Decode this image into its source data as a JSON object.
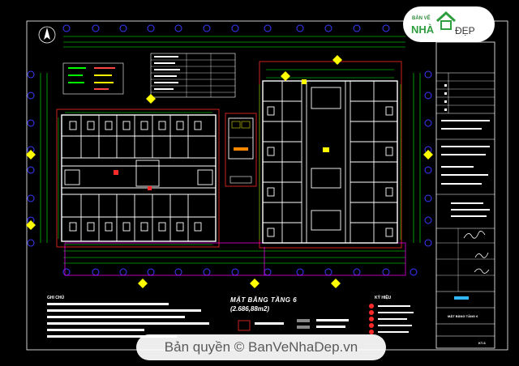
{
  "drawing": {
    "title": "MẶT BẰNG TẦNG 6",
    "area": "(2.686,88m2)",
    "notes_heading": "GHI CHÚ",
    "legend_heading": "KÝ HIỆU"
  },
  "title_block": {
    "sheet_name": "MẶT BẰNG TẦNG 6",
    "sheet_number": "KT-6"
  },
  "watermark": {
    "text": "Bản quyền © BanVeNhaDep.vn"
  },
  "logo": {
    "top_text": "BẢN VẼ",
    "brand_left": "NHÀ",
    "brand_right": "ĐẸP"
  },
  "colors": {
    "background": "#000000",
    "walls": "#ffffff",
    "dimensions": "#00ff00",
    "axis_bubbles": "#3a3aff",
    "section_marks": "#ffff00",
    "boundary": "#ff2a2a",
    "accents": "#ff00ff",
    "brand_green": "#2f9e3f"
  }
}
